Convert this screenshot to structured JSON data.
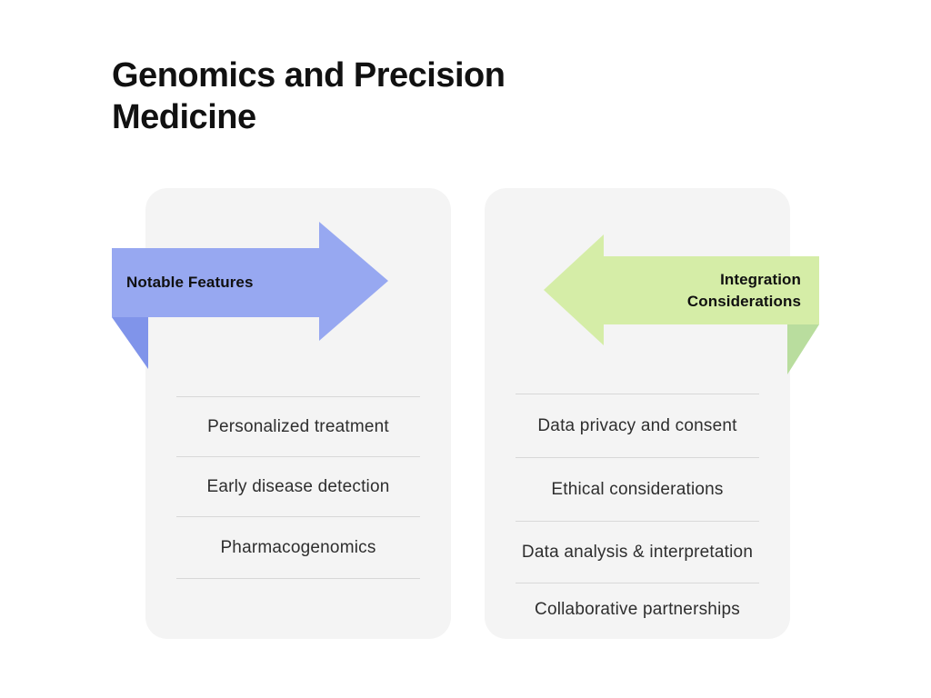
{
  "title": "Genomics and Precision Medicine",
  "cards": [
    {
      "arrow": {
        "label": "Notable Features",
        "direction": "right"
      },
      "items": [
        "Personalized treatment",
        "Early disease detection",
        "Pharmacogenomics"
      ]
    },
    {
      "arrow": {
        "label": "Integration Considerations",
        "direction": "left"
      },
      "items": [
        "Data privacy and consent",
        "Ethical considerations",
        "Data analysis & interpretation",
        "Collaborative partnerships"
      ]
    }
  ],
  "theme": {
    "page_bg": "#ffffff",
    "card_bg": "#f4f4f4",
    "divider": "#d8d8d8",
    "text_dark": "#111111",
    "item_text": "#2e2e2e",
    "arrow_blue": "#97a8f1",
    "arrow_blue_fold": "#8094ea",
    "arrow_green": "#d5eda7",
    "arrow_green_fold": "#b9dd9e"
  }
}
